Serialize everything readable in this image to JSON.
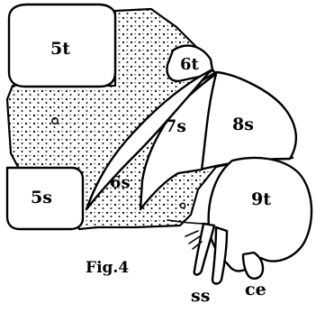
{
  "figure": {
    "caption": "Fig.4",
    "labels": {
      "t5": "5t",
      "s5": "5s",
      "t6": "6t",
      "s6": "6s",
      "s7": "7s",
      "s8": "8s",
      "t9": "9t",
      "ss": "ss",
      "ce": "ce"
    }
  }
}
